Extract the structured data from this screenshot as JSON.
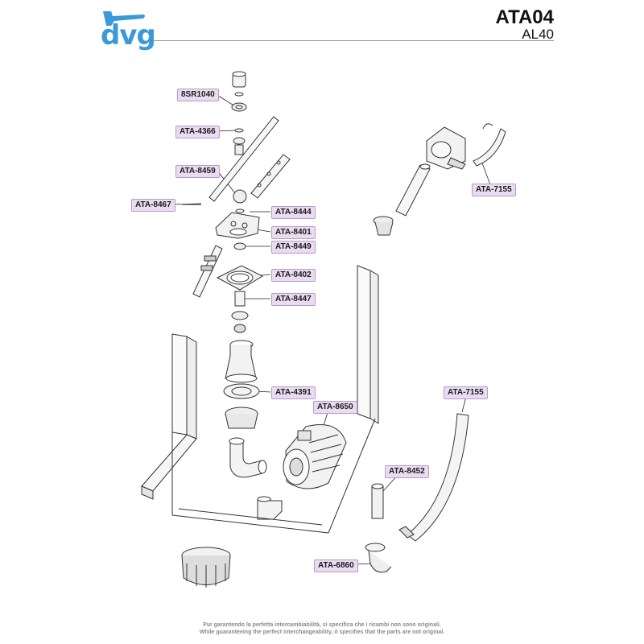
{
  "header": {
    "brand": "dvg",
    "model": "ATA04",
    "variant": "AL40",
    "brand_color": "#3a9ad9",
    "logo_icon": "coffee-spout-icon"
  },
  "parts": [
    {
      "code": "8SR1040"
    },
    {
      "code": "ATA-4366"
    },
    {
      "code": "ATA-8459"
    },
    {
      "code": "ATA-8467"
    },
    {
      "code": "ATA-8444"
    },
    {
      "code": "ATA-8401"
    },
    {
      "code": "ATA-8449"
    },
    {
      "code": "ATA-8402"
    },
    {
      "code": "ATA-8447"
    },
    {
      "code": "ATA-4391"
    },
    {
      "code": "ATA-8650"
    },
    {
      "code": "ATA-7155"
    },
    {
      "code": "ATA-7155"
    },
    {
      "code": "ATA-8452"
    },
    {
      "code": "ATA-6860"
    }
  ],
  "label_color": "#e9dcf0",
  "footer": {
    "line1": "Pur garantendo la perfetta intercambiabilità, si specifica che i ricambi non sono originali.",
    "line2": "While guaranteeing the perfect interchangeability, it specifies that the parts are not original."
  }
}
